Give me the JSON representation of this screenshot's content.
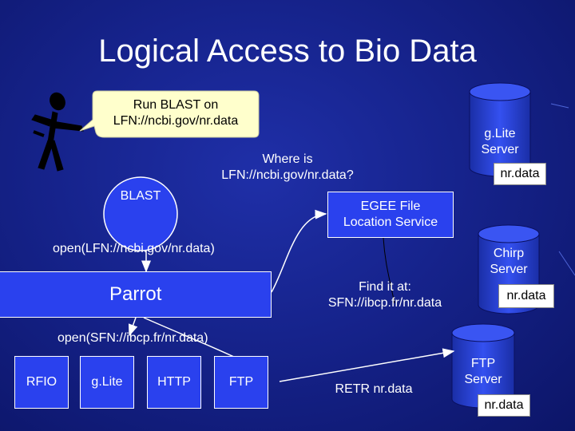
{
  "title": "Logical Access to Bio Data",
  "callout": {
    "line1": "Run BLAST on",
    "line2": "LFN://ncbi.gov/nr.data"
  },
  "query": {
    "line1": "Where is",
    "line2": "LFN://ncbi.gov/nr.data?"
  },
  "blast_label": "BLAST",
  "egee": {
    "line1": "EGEE File",
    "line2": "Location Service"
  },
  "open_lfn": "open(LFN://ncbi.gov/nr.data)",
  "parrot_label": "Parrot",
  "find": {
    "line1": "Find it at:",
    "line2": "SFN://ibcp.fr/nr.data"
  },
  "open_sfn": "open(SFN://ibcp.fr/nr.data)",
  "drivers": [
    "RFIO",
    "g.Lite",
    "HTTP",
    "FTP"
  ],
  "retr": "RETR nr.data",
  "servers": {
    "glite": {
      "line1": "g.Lite",
      "line2": "Server",
      "file": "nr.data"
    },
    "chirp": {
      "line1": "Chirp",
      "line2": "Server",
      "file": "nr.data"
    },
    "ftp": {
      "line1": "FTP",
      "line2": "Server",
      "file": "nr.data"
    }
  },
  "colors": {
    "background": "#16238c",
    "box_fill": "#2a41ee",
    "callout_fill": "#ffffcc",
    "stroke": "#ffffff"
  }
}
